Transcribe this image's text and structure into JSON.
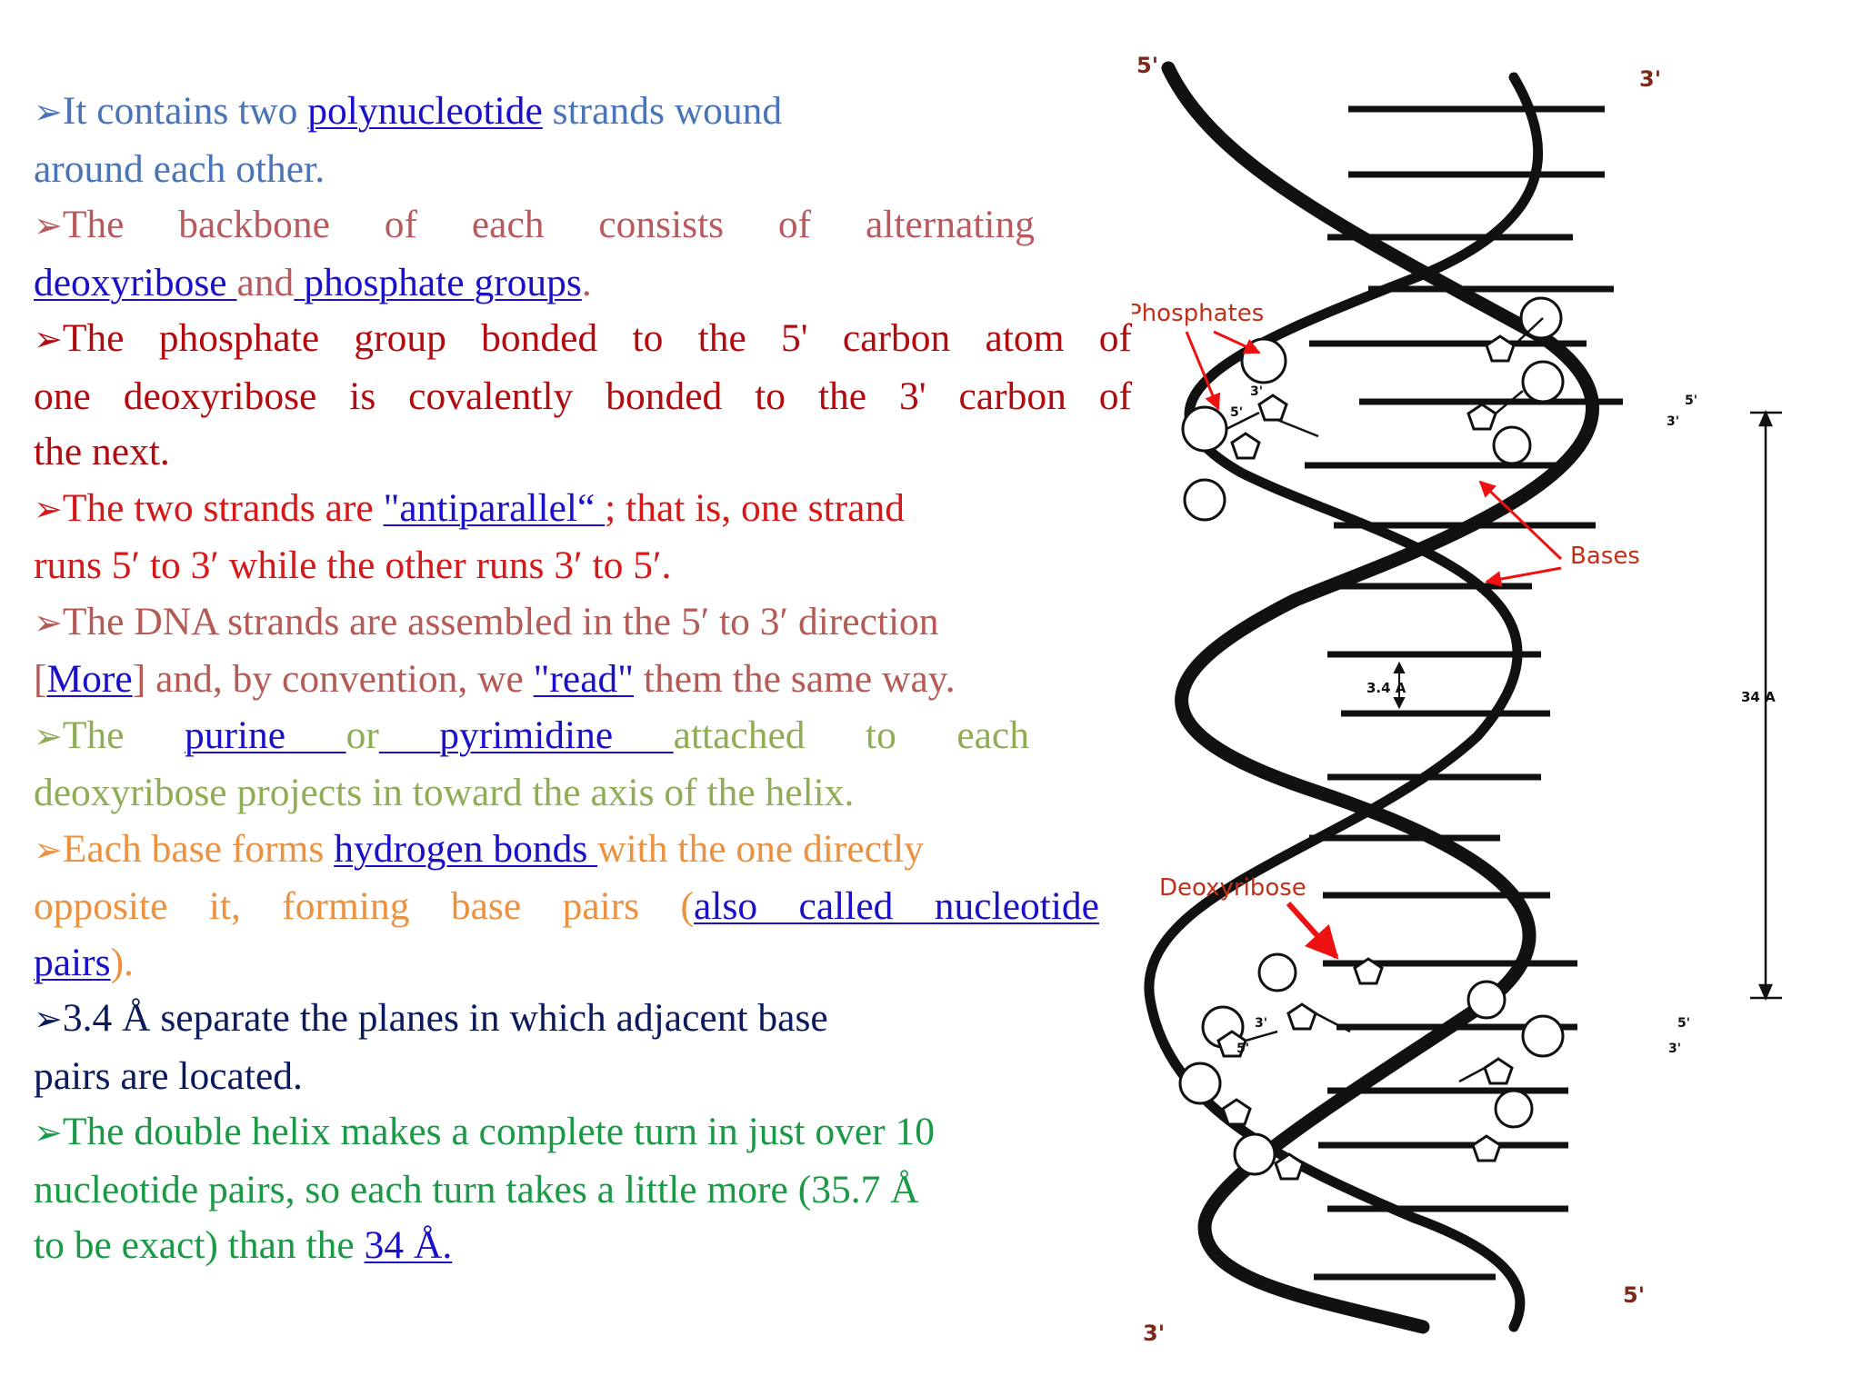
{
  "colors": {
    "link": "#1a10c8",
    "b1": "#4a74b6",
    "b2": "#b85a5e",
    "b3": "#b10b10",
    "b4": "#d61818",
    "b5": "#b45b56",
    "b6": "#90ad56",
    "b7": "#eb9140",
    "b8": "#0b1a5c",
    "b9": "#1a9a46",
    "annotation_arrow": "#ee1111"
  },
  "bullet_marker": "➢",
  "bullets": [
    {
      "l1_a": "It contains two ",
      "l1_link": "polynucleotide",
      "l1_b": " strands wound",
      "l2": "around each other."
    },
    {
      "l1": "The backbone of each consists of alternating",
      "l2_link1": "deoxyribose ",
      "l2_mid": "and",
      "l2_link2": " phosphate groups",
      "l2_end": "."
    },
    {
      "l1": "The phosphate group bonded to the 5' carbon atom of",
      "l2": "one deoxyribose is covalently bonded to the 3' carbon of",
      "l3": "the next."
    },
    {
      "l1_a": "The two strands are ",
      "l1_link": "\"antiparallel“ ",
      "l1_b": "; that is, one strand",
      "l2": "runs 5′ to 3′ while the other runs 3′ to 5′."
    },
    {
      "l1": "The DNA strands are assembled in the 5′ to 3′ direction",
      "l2_a": "[",
      "l2_link1": "More",
      "l2_b": "] and, by convention, we ",
      "l2_link2": "\"read\"",
      "l2_c": " them the same way."
    },
    {
      "l1_a": "The ",
      "l1_link1": "purine ",
      "l1_mid": "or",
      "l1_link2": " pyrimidine ",
      "l1_b": "attached to each",
      "l2": "deoxyribose projects in toward the axis of the helix."
    },
    {
      "l1_a": "Each base forms ",
      "l1_link": "hydrogen bonds ",
      "l1_b": "with the one directly",
      "l2_a": "opposite it, forming base pairs (",
      "l2_link": "also called nucleotide",
      "l3_link": "pairs",
      "l3_end": ")."
    },
    {
      "l1": "3.4 Å separate the planes in which adjacent base",
      "l2": "pairs are located."
    },
    {
      "l1": "The double helix makes a complete turn in just over 10",
      "l2": "nucleotide pairs, so each turn takes a little more (35.7 Å",
      "l3_a": "to be exact) than the ",
      "l3_link": "34 Å."
    }
  ],
  "diagram": {
    "label_phosphates": "Phosphates",
    "label_bases": "Bases",
    "label_deoxyribose": "Deoxyribose",
    "label_34": "3.4 A",
    "label_34A": "34 A",
    "end_top_left": "5'",
    "end_top_right": "3'",
    "end_bottom_left": "3'",
    "end_bottom_right": "5'",
    "sugar_3": "3'",
    "sugar_5": "5'"
  }
}
